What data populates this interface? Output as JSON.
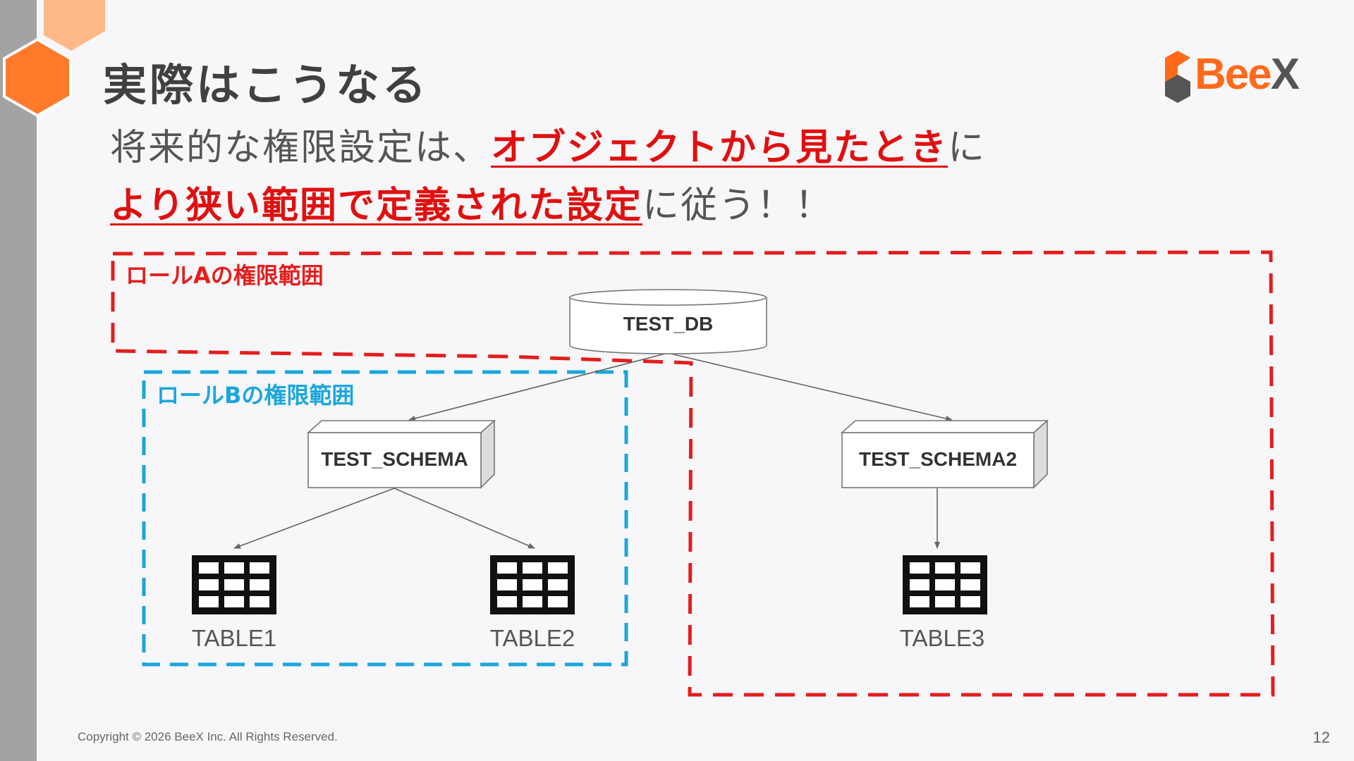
{
  "slide": {
    "title": "実際はこうなる",
    "logo": {
      "brand_main": "Bee",
      "brand_x": "X"
    },
    "subtitle": {
      "line1_prefix": "将来的な権限設定は、",
      "line1_emphasis": "オブジェクトから見たとき",
      "line1_suffix": "に",
      "line2_emphasis": "より狭い範囲で定義された設定",
      "line2_suffix": "に従う！！"
    },
    "footer": "Copyright © 2026 BeeX Inc. All Rights Reserved.",
    "page_number": "12"
  },
  "diagram": {
    "regions": {
      "role_a": {
        "label": "ロールAの権限範囲",
        "color": "#e31e1e"
      },
      "role_b": {
        "label": "ロールBの権限範囲",
        "color": "#1aa6dc"
      }
    },
    "nodes": {
      "database": {
        "label": "TEST_DB",
        "icon": "database-cylinder-icon"
      },
      "schema1": {
        "label": "TEST_SCHEMA",
        "icon": "schema-box-icon"
      },
      "schema2": {
        "label": "TEST_SCHEMA2",
        "icon": "schema-box-icon"
      },
      "table1": {
        "label": "TABLE1",
        "icon": "table-grid-icon"
      },
      "table2": {
        "label": "TABLE2",
        "icon": "table-grid-icon"
      },
      "table3": {
        "label": "TABLE3",
        "icon": "table-grid-icon"
      }
    },
    "edges": [
      {
        "from": "TEST_DB",
        "to": "TEST_SCHEMA"
      },
      {
        "from": "TEST_DB",
        "to": "TEST_SCHEMA2"
      },
      {
        "from": "TEST_SCHEMA",
        "to": "TABLE1"
      },
      {
        "from": "TEST_SCHEMA",
        "to": "TABLE2"
      },
      {
        "from": "TEST_SCHEMA2",
        "to": "TABLE3"
      }
    ]
  }
}
